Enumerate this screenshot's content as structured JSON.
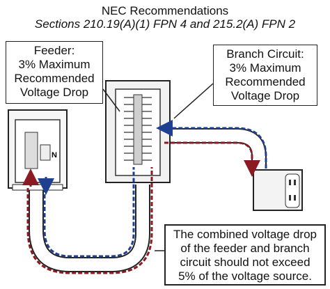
{
  "header": {
    "title": "NEC Recommendations",
    "subtitle": "Sections 210.19(A)(1) FPN 4 and 215.2(A) FPN 2"
  },
  "feeder_callout": {
    "lines": [
      "Feeder:",
      "3% Maximum",
      "Recommended",
      "Voltage Drop"
    ]
  },
  "branch_callout": {
    "lines": [
      "Branch Circuit:",
      "3% Maximum",
      "Recommended",
      "Voltage Drop"
    ]
  },
  "note_callout": {
    "lines": [
      "The combined voltage drop",
      "of the feeder and branch",
      "circuit should not exceed",
      "5% of the voltage source."
    ]
  },
  "panel_labels": {
    "neutral": "N"
  },
  "colors": {
    "supply_path": "#8b1a22",
    "return_path": "#1f3f8f",
    "outline": "#222222",
    "background": "#ffffff"
  }
}
